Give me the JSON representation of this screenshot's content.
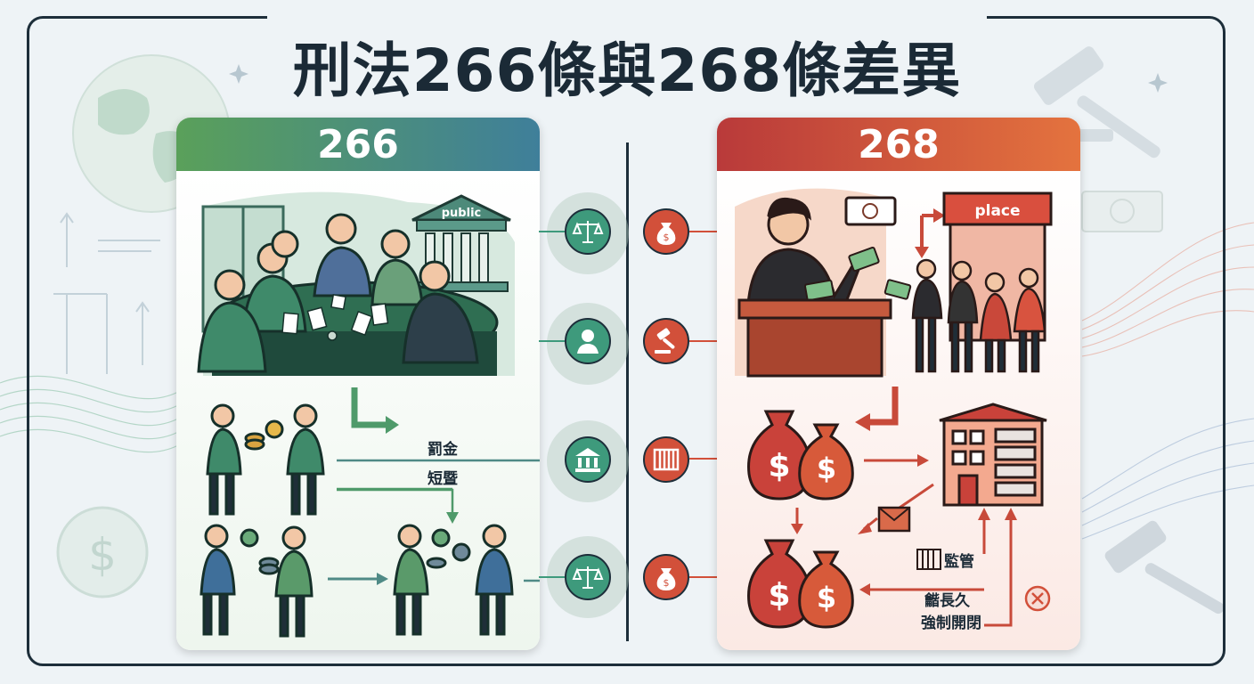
{
  "title": "刑法266條與268條差異",
  "left_card": {
    "header": "266",
    "building_sign": "public",
    "label_fine": "罰金",
    "label_short": "短暨"
  },
  "right_card": {
    "header": "268",
    "building_sign": "place",
    "label_supervise": "監管",
    "label_long": "龤長久",
    "label_close": "強制開閉"
  },
  "colors": {
    "left_accent": "#4f9a6a",
    "right_accent": "#cf4a3a",
    "ink": "#1b2a36"
  },
  "icons": [
    "scale-icon",
    "money-bag-icon",
    "judge-icon",
    "gavel-icon",
    "bank-icon",
    "prison-bars-icon",
    "scale-icon",
    "money-bag-icon",
    "close-icon",
    "dollar-icon"
  ]
}
